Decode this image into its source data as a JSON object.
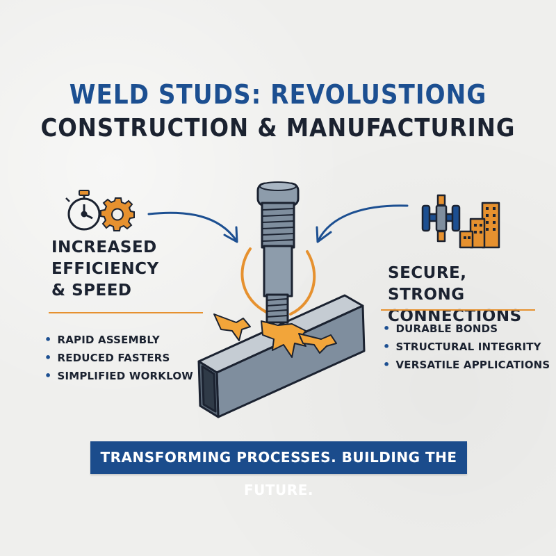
{
  "title": {
    "line1": "WELD STUDS: REVOLUSTIONG",
    "line2": "CONSTRUCTION & MANUFACTURING"
  },
  "left": {
    "heading": [
      "INCREASED",
      "EFFICIENCY",
      "& SPEED"
    ],
    "bullets": [
      "RAPID ASSEMBLY",
      "REDUCED FASTERS",
      "SIMPLIFIED WORKLOW"
    ],
    "icons": [
      "stopwatch-icon",
      "gear-icon"
    ]
  },
  "right": {
    "heading": [
      "SECURE, STRONG",
      "CONNECTIONS"
    ],
    "bullets": [
      "DURABLE BONDS",
      "STRUCTURAL INTEGRITY",
      "VERSATILE APPLICATIONS"
    ],
    "icons": [
      "pipe-connector-icon",
      "buildings-icon"
    ]
  },
  "banner": "TRANSFORMING PROCESSES. BUILDING THE FUTURE.",
  "colors": {
    "primary_blue": "#1c4f91",
    "accent_orange": "#e6912f",
    "dark_text": "#1b2230",
    "steel": "#7f8e9e"
  }
}
